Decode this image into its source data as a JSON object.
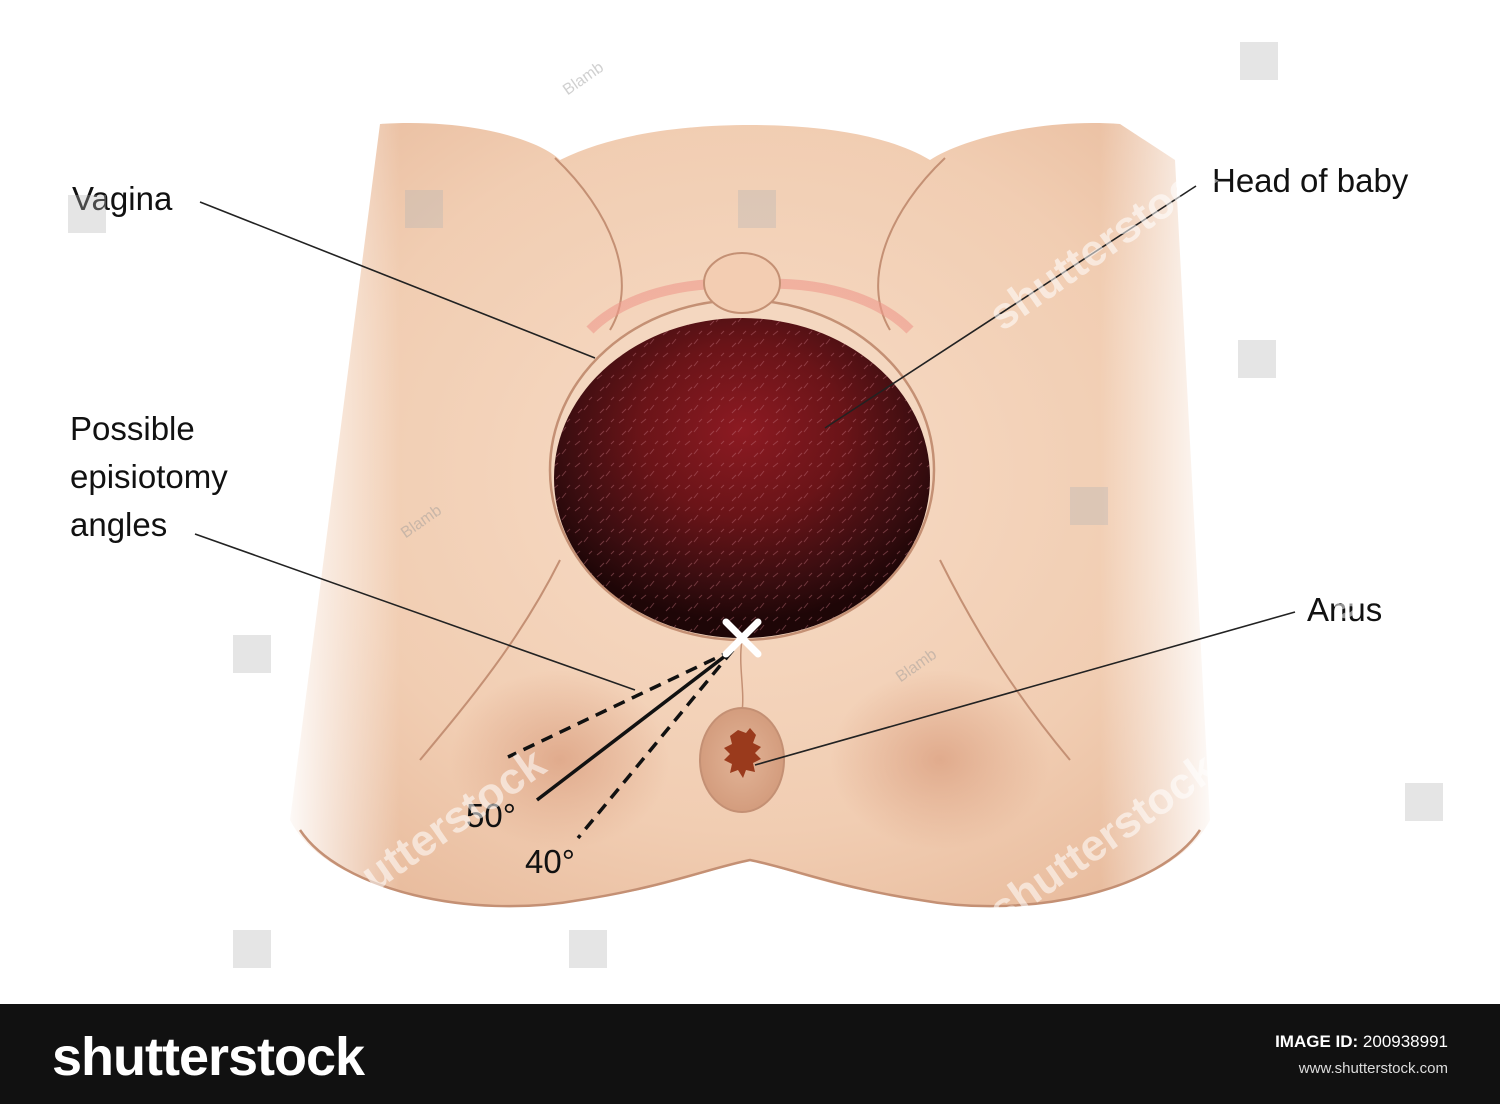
{
  "labels": {
    "vagina": "Vagina",
    "head_of_baby": "Head of baby",
    "episiotomy_line1": "Possible",
    "episiotomy_line2": "episiotomy",
    "episiotomy_line3": "angles",
    "anus": "Anus",
    "angle_50": "50°",
    "angle_40": "40°"
  },
  "watermark": {
    "brand": "shutterstock",
    "artist": "Blamb",
    "image_id_label": "IMAGE ID:",
    "image_id": "200938991",
    "site": "www.shutterstock.com"
  },
  "colors": {
    "skin": "#f3d2b8",
    "skin_shadow": "#e7b698",
    "outline": "#b57b5e",
    "head_dark": "#3a0d10",
    "head_red": "#8c1a22",
    "anus": "#9a3a1c",
    "footer": "#111111"
  }
}
